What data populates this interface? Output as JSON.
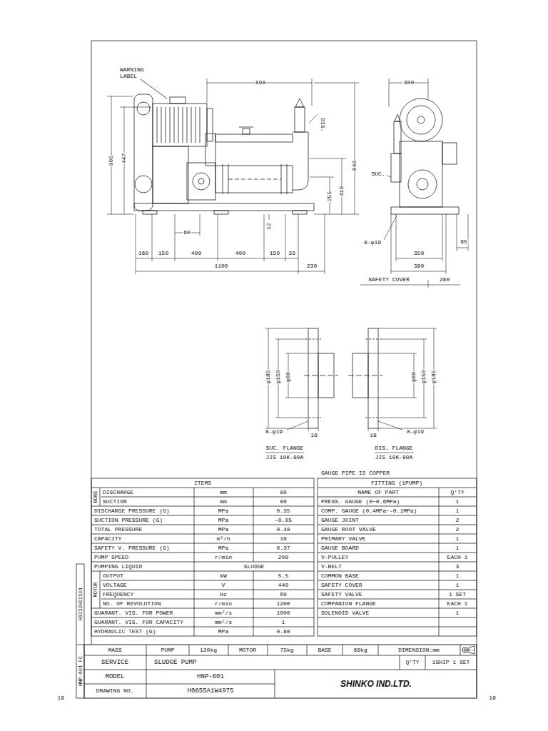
{
  "diagram": {
    "labels": [
      "WARNING LABEL",
      "898",
      "905",
      "447",
      "DIS.",
      "840",
      "410",
      "255",
      "12",
      "60",
      "160",
      "150",
      "400",
      "400",
      "150",
      "33",
      "1100",
      "230",
      "300",
      "SUC.",
      "8-φ19",
      "65",
      "350",
      "390",
      "SAFETY COVER",
      "280",
      "φ185",
      "φ150",
      "φ80",
      "8-φ19",
      "18",
      "SUC. FLANGE",
      "JIS 10K-80A",
      "φ80",
      "φ150",
      "φ185",
      "18",
      "8-φ19",
      "DIS. FLANGE",
      "JIS 10K-80A",
      "ITEMS",
      "BORE",
      "DISCHARGE",
      "mm",
      "80",
      "SUCTION",
      "mm",
      "80",
      "DISCHARGE PRESSURE (G)",
      "MPa",
      "0.35",
      "SUCTION PRESSURE (G)",
      "MPa",
      "-0.05",
      "TOTAL PRESSURE",
      "MPa",
      "0.40",
      "CAPACITY",
      "m³/h",
      "10",
      "SAFETY V. PRESSURE (G)",
      "MPa",
      "0.37",
      "PUMP SPEED",
      "r/min",
      "200",
      "PUMPING LIQUID",
      "SLUDGE",
      "MOTOR",
      "OUTPUT",
      "kW",
      "5.5",
      "VOLTAGE",
      "V",
      "440",
      "FREQUENCY",
      "Hz",
      "60",
      "NO. OF REVOLUTION",
      "r/min",
      "1200",
      "GUARANT. VIS. FOR POWER",
      "mm²/s",
      "1000",
      "GUARANT. VIS. FOR CAPACITY",
      "mm²/s",
      "1",
      "HYDRAULIC TEST (G)",
      "MPa",
      "0.80",
      "GAUGE PIPE IS COPPER",
      "FITTING (1PUMP)",
      "NAME OF PART",
      "Q'TY",
      "PRESS. GAUGE (0~0.6MPa)",
      "1",
      "COMP. GAUGE (0.4MPa~-0.1MPa)",
      "1",
      "GAUGE JOINT",
      "2",
      "GAUGE ROOT VALVE",
      "2",
      "PRIMARY VALVE",
      "1",
      "GAUGE BOARD",
      "1",
      "V-PULLEY",
      "EACH 1",
      "V-BELT",
      "3",
      "COMMON BASE",
      "1",
      "SAFETY COVER",
      "1",
      "SAFETY VALVE",
      "1 SET",
      "COMPANION FLANGE",
      "EACH 1",
      "SOLENOID VALVE",
      "1",
      "MASS",
      "PUMP",
      "120kg",
      "MOTOR",
      "75kg",
      "BASE",
      "66kg",
      "DIMENSION:mm",
      "SERVICE",
      "SLUDGE PUMP",
      "Q'TY",
      "1SHIP 1 SET",
      "MODEL",
      "HNP-601",
      "DRAWING NO.",
      "H0855A1W4975",
      "SHINKO IND.LTD.",
      "H3212H22101",
      "HNP-601 FC",
      "19",
      "19"
    ]
  }
}
